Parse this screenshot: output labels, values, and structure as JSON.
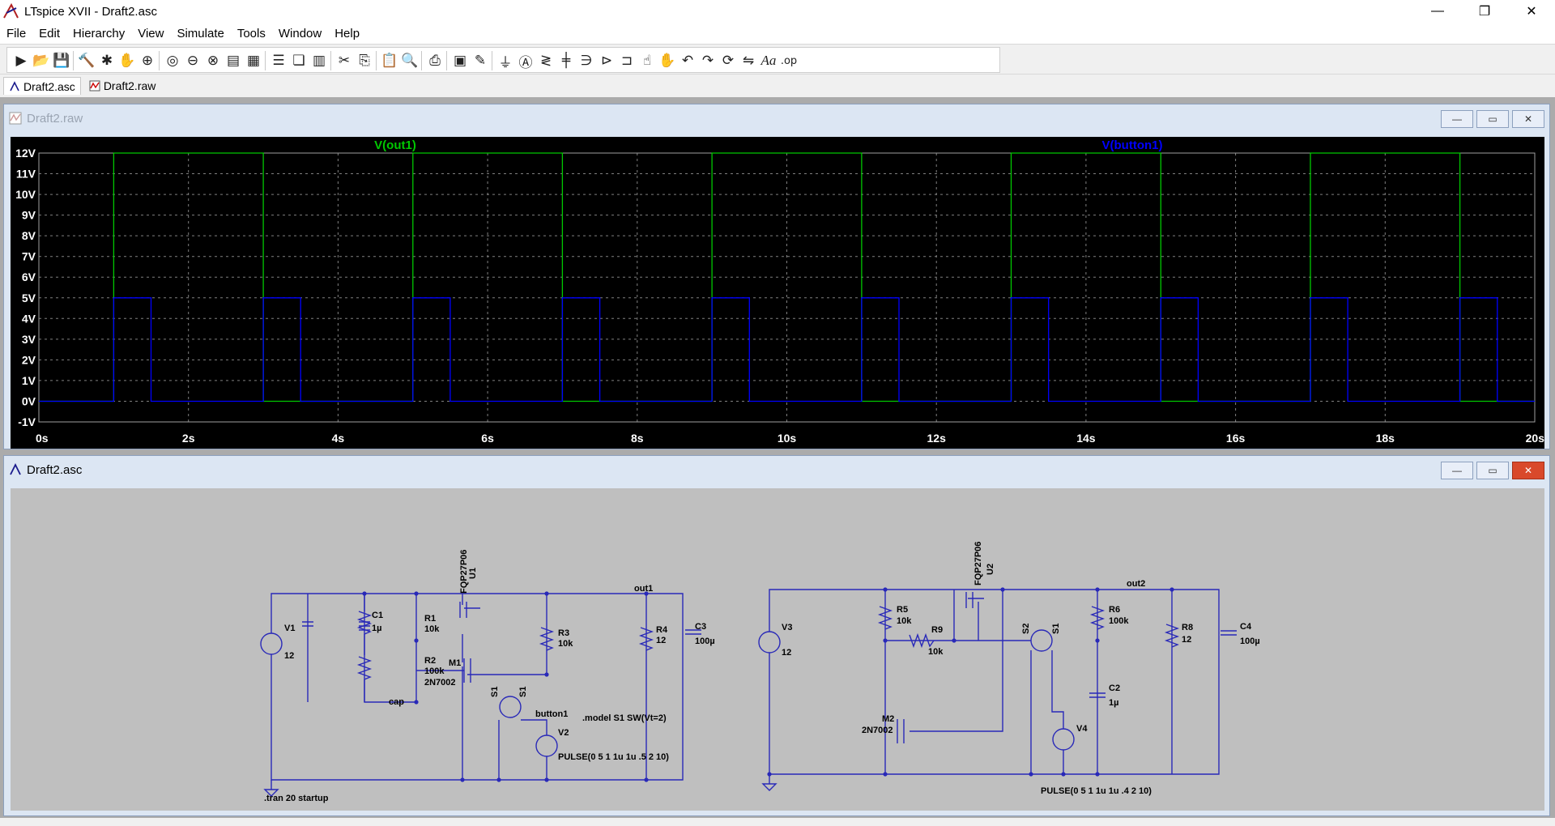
{
  "window": {
    "title": "LTspice XVII - Draft2.asc",
    "min": "—",
    "max": "❐",
    "close": "✕"
  },
  "menu": [
    "File",
    "Edit",
    "Hierarchy",
    "View",
    "Simulate",
    "Tools",
    "Window",
    "Help"
  ],
  "tabs": [
    {
      "label": "Draft2.asc",
      "icon": "schematic-icon",
      "active": true
    },
    {
      "label": "Draft2.raw",
      "icon": "waveform-icon",
      "active": false
    }
  ],
  "toolbar": {
    "icons": [
      "run-icon",
      "open-icon",
      "save-icon",
      "control-panel-icon",
      "halt-icon",
      "pan-icon",
      "zoom-in-icon",
      "zoom-fit-icon",
      "zoom-out-icon",
      "zoom-cancel-icon",
      "autorange-icon",
      "grid-icon",
      "tile-horizontal-icon",
      "cascade-icon",
      "tile-vertical-icon",
      "cut-icon",
      "copy-icon",
      "paste-icon",
      "find-icon",
      "print-icon",
      "print-setup-icon",
      "draw-wire-icon",
      "ground-icon",
      "label-net-icon",
      "resistor-icon",
      "capacitor-icon",
      "inductor-icon",
      "diode-icon",
      "component-icon",
      "move-icon",
      "drag-icon",
      "undo-icon",
      "redo-icon",
      "rotate-icon",
      "mirror-icon",
      "text-icon",
      "spice-directive-icon"
    ],
    "text_label": "Aa",
    "op_label": ".op"
  },
  "plot": {
    "title": "Draft2.raw",
    "min_label": "—",
    "max_label": "▭",
    "close_label": "✕"
  },
  "chart_data": {
    "type": "line",
    "title": "",
    "xlabel": "",
    "ylabel": "",
    "xlim": [
      0,
      20
    ],
    "ylim": [
      -1,
      12
    ],
    "x_ticks": [
      "0s",
      "2s",
      "4s",
      "6s",
      "8s",
      "10s",
      "12s",
      "14s",
      "16s",
      "18s",
      "20s"
    ],
    "y_ticks": [
      "12V",
      "11V",
      "10V",
      "9V",
      "8V",
      "7V",
      "6V",
      "5V",
      "4V",
      "3V",
      "2V",
      "1V",
      "0V",
      "-1V"
    ],
    "grid": true,
    "series": [
      {
        "name": "V(out1)",
        "color": "#00c800",
        "points": [
          [
            0,
            0
          ],
          [
            1,
            0
          ],
          [
            1,
            12
          ],
          [
            3,
            12
          ],
          [
            3,
            0
          ],
          [
            5,
            0
          ],
          [
            5,
            12
          ],
          [
            7,
            12
          ],
          [
            7,
            0
          ],
          [
            9,
            0
          ],
          [
            9,
            12
          ],
          [
            11,
            12
          ],
          [
            11,
            0
          ],
          [
            13,
            0
          ],
          [
            13,
            12
          ],
          [
            15,
            12
          ],
          [
            15,
            0
          ],
          [
            17,
            0
          ],
          [
            17,
            12
          ],
          [
            19,
            12
          ],
          [
            19,
            0
          ],
          [
            20,
            0
          ]
        ]
      },
      {
        "name": "V(button1)",
        "color": "#0000ff",
        "points": [
          [
            0,
            0
          ],
          [
            1,
            0
          ],
          [
            1,
            5
          ],
          [
            1.5,
            5
          ],
          [
            1.5,
            0
          ],
          [
            3,
            0
          ],
          [
            3,
            5
          ],
          [
            3.5,
            5
          ],
          [
            3.5,
            0
          ],
          [
            5,
            0
          ],
          [
            5,
            5
          ],
          [
            5.5,
            5
          ],
          [
            5.5,
            0
          ],
          [
            7,
            0
          ],
          [
            7,
            5
          ],
          [
            7.5,
            5
          ],
          [
            7.5,
            0
          ],
          [
            9,
            0
          ],
          [
            9,
            5
          ],
          [
            9.5,
            5
          ],
          [
            9.5,
            0
          ],
          [
            11,
            0
          ],
          [
            11,
            5
          ],
          [
            11.5,
            5
          ],
          [
            11.5,
            0
          ],
          [
            13,
            0
          ],
          [
            13,
            5
          ],
          [
            13.5,
            5
          ],
          [
            13.5,
            0
          ],
          [
            15,
            0
          ],
          [
            15,
            5
          ],
          [
            15.5,
            5
          ],
          [
            15.5,
            0
          ],
          [
            17,
            0
          ],
          [
            17,
            5
          ],
          [
            17.5,
            5
          ],
          [
            17.5,
            0
          ],
          [
            19,
            0
          ],
          [
            19,
            5
          ],
          [
            19.5,
            5
          ],
          [
            19.5,
            0
          ],
          [
            20,
            0
          ]
        ]
      }
    ]
  },
  "schematic": {
    "title": "Draft2.asc",
    "min_label": "—",
    "max_label": "▭",
    "close_label": "✕",
    "labels": {
      "V1": "V1",
      "V1v": "12",
      "C1": "C1",
      "C1v": "1µ",
      "R1": "R1",
      "R1v": "10k",
      "R2": "R2",
      "R2v": "100k",
      "M1": "M1",
      "M1v": "2N7002",
      "U1": "U1",
      "U1v": "FQP27P06",
      "R3": "R3",
      "R3v": "10k",
      "R4": "R4",
      "R4v": "12",
      "C3": "C3",
      "C3v": "100µ",
      "S1a": "S1",
      "S1b": "S1",
      "V2": "V2",
      "V2v": "PULSE(0 5 1 1u 1u .5 2 10)",
      "model": ".model S1 SW(Vt=2)",
      "button1": "button1",
      "cap": "cap",
      "out1": "out1",
      "tran": ".tran 20 startup",
      "V3": "V3",
      "V3v": "12",
      "R5": "R5",
      "R5v": "10k",
      "R9": "R9",
      "R9v": "10k",
      "U2": "U2",
      "U2v": "FQP27P06",
      "M2": "M2",
      "M2v": "2N7002",
      "S2a": "S2",
      "S2b": "S1",
      "R6": "R6",
      "R6v": "100k",
      "C2": "C2",
      "C2v": "1µ",
      "V4": "V4",
      "V4v": "PULSE(0 5 1 1u 1u .4 2 10)",
      "R8": "R8",
      "R8v": "12",
      "C4": "C4",
      "C4v": "100µ",
      "out2": "out2"
    }
  }
}
